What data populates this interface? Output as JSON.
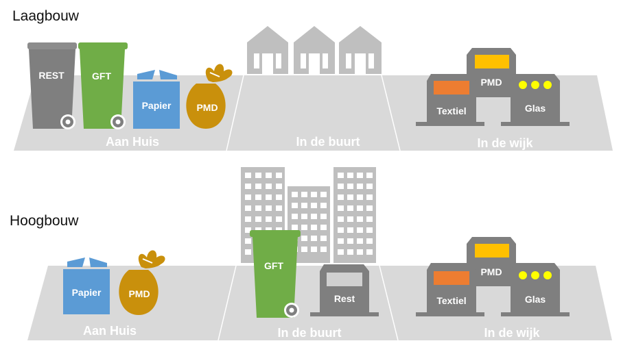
{
  "sections": {
    "laagbouw": {
      "title": "Laagbouw",
      "zones": {
        "home": "Aan Huis",
        "neighborhood": "In de buurt",
        "district": "In de wijk"
      },
      "bins": {
        "rest": "REST",
        "gft": "GFT",
        "papier": "Papier",
        "pmd_bag": "PMD"
      },
      "containers": {
        "pmd": "PMD",
        "textiel": "Textiel",
        "glas": "Glas"
      }
    },
    "hoogbouw": {
      "title": "Hoogbouw",
      "zones": {
        "home": "Aan Huis",
        "neighborhood": "In de buurt",
        "district": "In de wijk"
      },
      "bins": {
        "papier": "Papier",
        "pmd_bag": "PMD",
        "gft": "GFT",
        "rest": "Rest"
      },
      "containers": {
        "pmd": "PMD",
        "textiel": "Textiel",
        "glas": "Glas"
      }
    }
  },
  "colors": {
    "ground": "#d9d9d9",
    "grey_bin": "#7f7f7f",
    "green_bin": "#70ad47",
    "blue_bin": "#5b9bd5",
    "bag": "#c9900c",
    "building": "#bfbfbf",
    "orange_slot": "#ed7d31",
    "yellow_slot": "#ffc000",
    "yellow_dot": "#ffff00"
  }
}
